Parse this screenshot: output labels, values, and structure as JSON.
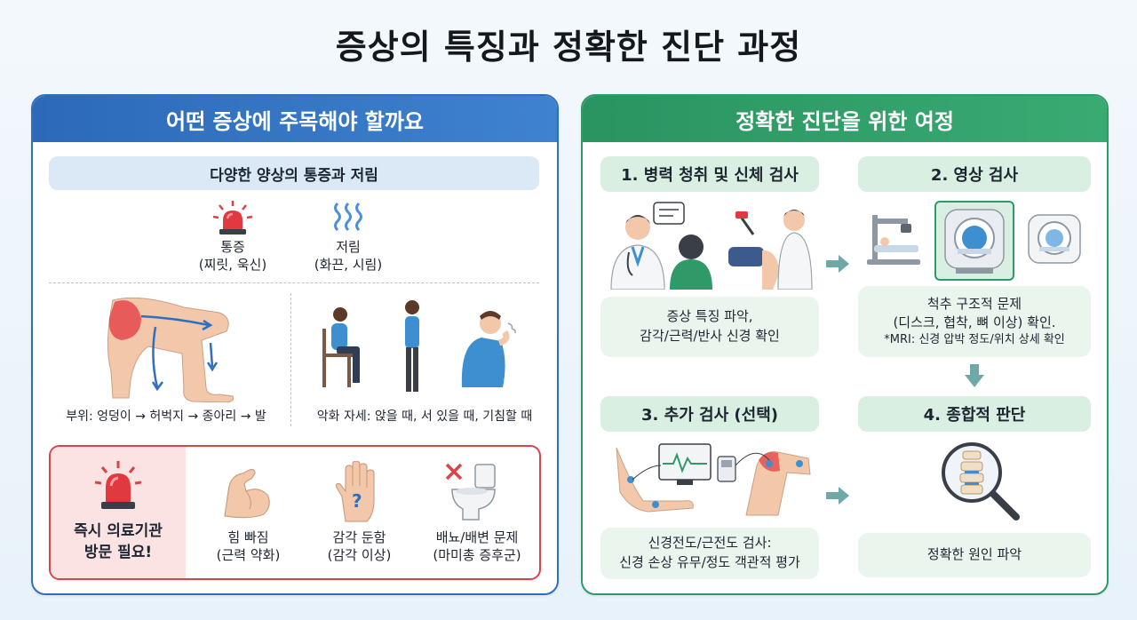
{
  "title": "증상의 특징과 정확한 진단 과정",
  "left_panel": {
    "header": "어떤 증상에 주목해야 할까요",
    "subheader": "다양한 양상의 통증과 저림",
    "pain": {
      "label": "통증",
      "detail": "(찌릿, 욱신)"
    },
    "numbness": {
      "label": "저림",
      "detail": "(화끈, 시림)"
    },
    "location": "부위: 엉덩이 → 허벅지 → 종아리 → 발",
    "posture": "악화 자세: 앉을 때, 서 있을 때, 기침할 때",
    "warning": {
      "title_line1": "즉시 의료기관",
      "title_line2": "방문 필요!",
      "items": [
        {
          "label": "힘 빠짐",
          "detail": "(근력 약화)"
        },
        {
          "label": "감각 둔함",
          "detail": "(감각 이상)"
        },
        {
          "label": "배뇨/배변 문제",
          "detail": "(마미총 증후군)"
        }
      ]
    }
  },
  "right_panel": {
    "header": "정확한 진단을 위한 여정",
    "steps": [
      {
        "title": "1. 병력 청취 및 신체 검사",
        "lines": [
          "증상 특징 파악,",
          "감각/근력/반사 신경 확인"
        ]
      },
      {
        "title": "2. 영상 검사",
        "lines": [
          "척추 구조적 문제",
          "(디스크, 협착, 뼈 이상) 확인."
        ],
        "note": "*MRI: 신경 압박 정도/위치 상세 확인"
      },
      {
        "title": "3. 추가 검사 (선택)",
        "lines": [
          "신경전도/근전도 검사:",
          "신경 손상 유무/정도 객관적 평가"
        ]
      },
      {
        "title": "4. 종합적 판단",
        "lines": [
          "정확한 원인 파악"
        ]
      }
    ]
  },
  "colors": {
    "blue": "#2f6fbf",
    "green": "#2f9a67",
    "warning_red": "#d9434a",
    "warning_bg": "#fbe3e4"
  }
}
